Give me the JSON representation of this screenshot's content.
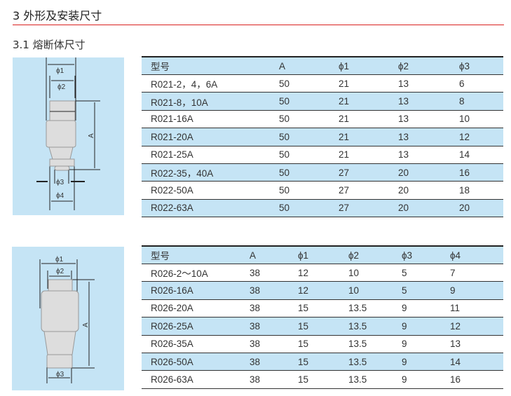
{
  "section_title": "3 外形及安装尺寸",
  "subsection_title": "3.1 熔断体尺寸",
  "diagram1": {
    "labels": [
      "ϕ1",
      "ϕ2",
      "A",
      "ϕ3",
      "ϕ4"
    ]
  },
  "diagram2": {
    "labels": [
      "ϕ1",
      "ϕ2",
      "A",
      "ϕ3"
    ]
  },
  "table1": {
    "headers": [
      "型号",
      "A",
      "ϕ1",
      "ϕ2",
      "ϕ3"
    ],
    "rows": [
      [
        "R021-2，4，6A",
        "50",
        "21",
        "13",
        "6"
      ],
      [
        "R021-8，10A",
        "50",
        "21",
        "13",
        "8"
      ],
      [
        "R021-16A",
        "50",
        "21",
        "13",
        "10"
      ],
      [
        "R021-20A",
        "50",
        "21",
        "13",
        "12"
      ],
      [
        "R021-25A",
        "50",
        "21",
        "13",
        "14"
      ],
      [
        "R022-35，40A",
        "50",
        "27",
        "20",
        "16"
      ],
      [
        "R022-50A",
        "50",
        "27",
        "20",
        "18"
      ],
      [
        "R022-63A",
        "50",
        "27",
        "20",
        "20"
      ]
    ]
  },
  "table2": {
    "headers": [
      "型号",
      "A",
      "ϕ1",
      "ϕ2",
      "ϕ3",
      "ϕ4"
    ],
    "rows": [
      [
        "R026-2～10A",
        "38",
        "12",
        "10",
        "5",
        "7"
      ],
      [
        "R026-16A",
        "38",
        "12",
        "10",
        "5",
        "9"
      ],
      [
        "R026-20A",
        "38",
        "15",
        "13.5",
        "9",
        "11"
      ],
      [
        "R026-25A",
        "38",
        "15",
        "13.5",
        "9",
        "12"
      ],
      [
        "R026-35A",
        "38",
        "15",
        "13.5",
        "9",
        "13"
      ],
      [
        "R026-50A",
        "38",
        "15",
        "13.5",
        "9",
        "14"
      ],
      [
        "R026-63A",
        "38",
        "15",
        "13.5",
        "9",
        "16"
      ]
    ]
  },
  "colors": {
    "accent_red": "#d9201f",
    "row_blue": "#c5e4f5"
  }
}
